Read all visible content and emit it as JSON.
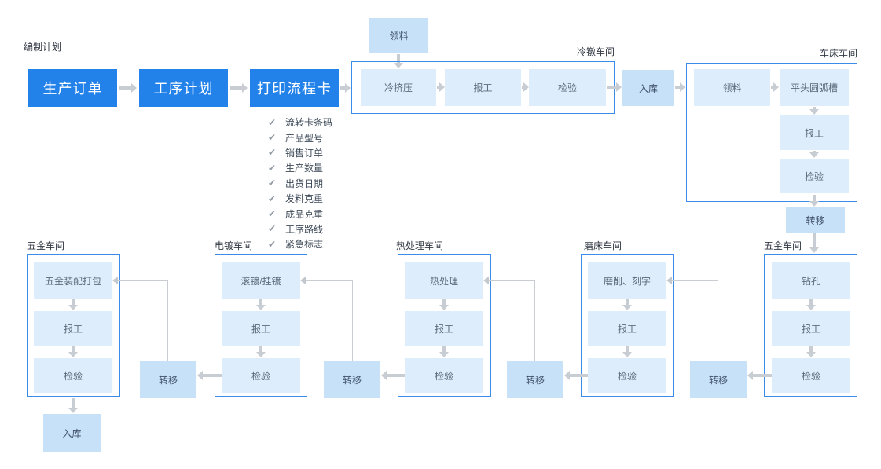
{
  "icons": {
    "check": "✔"
  },
  "planning": {
    "label": "编制计划",
    "steps": [
      "生产订单",
      "工序计划",
      "打印流程卡"
    ],
    "checklist": [
      "流转卡条码",
      "产品型号",
      "销售订单",
      "生产数量",
      "出货日期",
      "发料克重",
      "成品克重",
      "工序路线",
      "紧急标志"
    ]
  },
  "nodes": {
    "pick_material": "领料",
    "warehouse_in": "入库",
    "transfer": "转移"
  },
  "workshops": {
    "cold_heading": {
      "label": "冷镦车间",
      "steps": [
        "冷挤压",
        "报工",
        "检验"
      ]
    },
    "lathe": {
      "label": "车床车间",
      "steps": [
        "领料",
        "平头圆弧槽",
        "报工",
        "检验"
      ]
    },
    "hardware_right": {
      "label": "五金车间",
      "steps": [
        "钻孔",
        "报工",
        "检验"
      ]
    },
    "grinding": {
      "label": "磨床车间",
      "steps": [
        "磨削、刻字",
        "报工",
        "检验"
      ]
    },
    "heat_treatment": {
      "label": "热处理车间",
      "steps": [
        "热处理",
        "报工",
        "检验"
      ]
    },
    "plating": {
      "label": "电镀车间",
      "steps": [
        "滚镀/挂镀",
        "报工",
        "检验"
      ]
    },
    "hardware_left": {
      "label": "五金车间",
      "steps": [
        "五金装配打包",
        "报工",
        "检验"
      ]
    }
  },
  "colors": {
    "primary": "#2382e9",
    "group_border": "#3a8ce8",
    "box_light": "#ddedfb",
    "box_medium": "#c6e1f8",
    "arrow": "#c8cdd3",
    "text_dark": "#333a45",
    "text_box": "#5b6b7c"
  }
}
